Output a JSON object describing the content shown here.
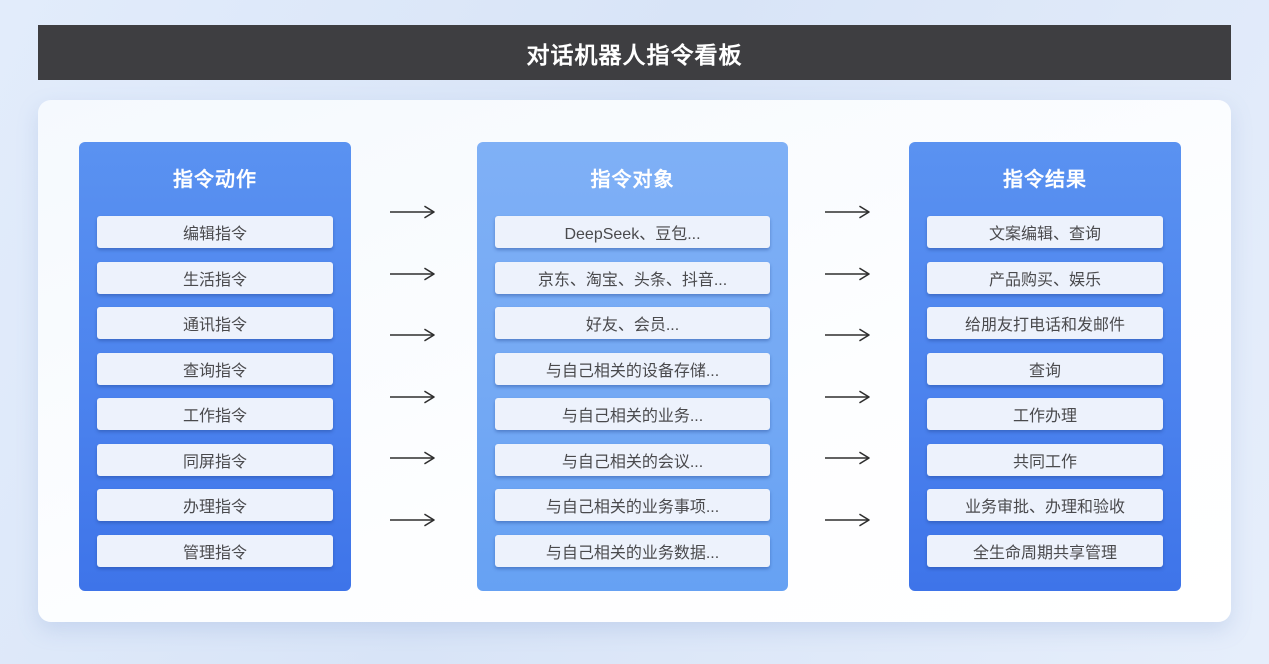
{
  "page": {
    "title": "对话机器人指令看板"
  },
  "columns": [
    {
      "id": "command-actions",
      "header": "指令动作",
      "items": [
        "编辑指令",
        "生活指令",
        "通讯指令",
        "查询指令",
        "工作指令",
        "同屏指令",
        "办理指令",
        "管理指令"
      ]
    },
    {
      "id": "command-objects",
      "header": "指令对象",
      "items": [
        "DeepSeek、豆包...",
        "京东、淘宝、头条、抖音...",
        "好友、会员...",
        "与自己相关的设备存储...",
        "与自己相关的业务...",
        "与自己相关的会议...",
        "与自己相关的业务事项...",
        "与自己相关的业务数据..."
      ]
    },
    {
      "id": "command-results",
      "header": "指令结果",
      "items": [
        "文案编辑、查询",
        "产品购买、娱乐",
        "给朋友打电话和发邮件",
        "查询",
        "工作办理",
        "共同工作",
        "业务审批、办理和验收",
        "全生命周期共享管理"
      ]
    }
  ],
  "arrows": {
    "per_gap": 6,
    "direction": "right"
  },
  "colors": {
    "title_bar_bg": "#3e3e41",
    "title_text": "#ffffff",
    "page_bg": "#dce7f8",
    "panel_bg": "#fbfdff",
    "outer_column_gradient_top": "#5a92f1",
    "outer_column_gradient_bottom": "#3e74e9",
    "middle_column_gradient_top": "#7fb0f6",
    "middle_column_gradient_bottom": "#66a1f3",
    "item_bg": "#edf2fc",
    "item_text": "#4a4a4d",
    "arrow_stroke": "#2e2e2e"
  }
}
